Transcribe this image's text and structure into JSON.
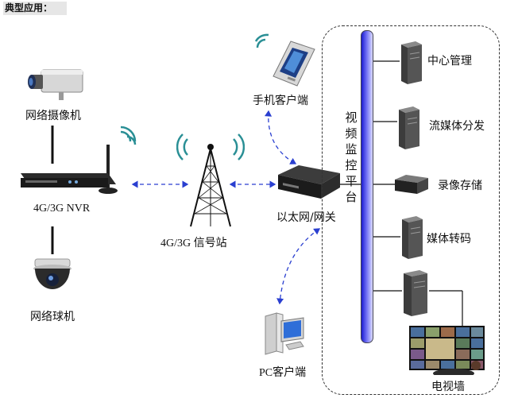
{
  "header": {
    "title": "典型应用："
  },
  "devices": {
    "ip_camera": "网络摄像机",
    "nvr": "4G/3G NVR",
    "dome_camera": "网络球机",
    "base_station": "4G/3G 信号站",
    "mobile_client": "手机客户端",
    "gateway": "以太网/网关",
    "pc_client": "PC客户端"
  },
  "platform": {
    "title": "视频监控平台",
    "services": [
      {
        "label": "中心管理",
        "icon": "server-tower-icon"
      },
      {
        "label": "流媒体分发",
        "icon": "server-tower-icon"
      },
      {
        "label": "录像存储",
        "icon": "storage-box-icon"
      },
      {
        "label": "媒体转码",
        "icon": "server-tower-icon"
      },
      {
        "label": "电视墙",
        "icon": "video-wall-icon"
      }
    ]
  },
  "colors": {
    "dashed_link": "#2a3fd0",
    "bus_top": "#1b1bd0",
    "bus_light": "#dcdcff"
  }
}
